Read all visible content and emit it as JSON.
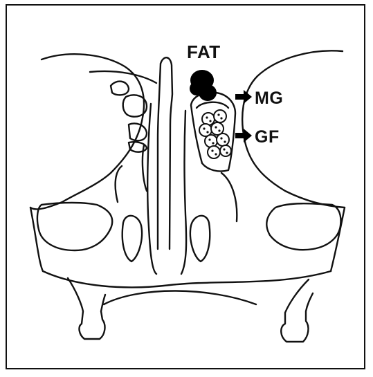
{
  "labels": {
    "fat": "FAT",
    "mg": "MG",
    "gf": "GF"
  },
  "colors": {
    "line": "#111111",
    "fill": "#ffffff",
    "fat_fill": "#000000"
  }
}
